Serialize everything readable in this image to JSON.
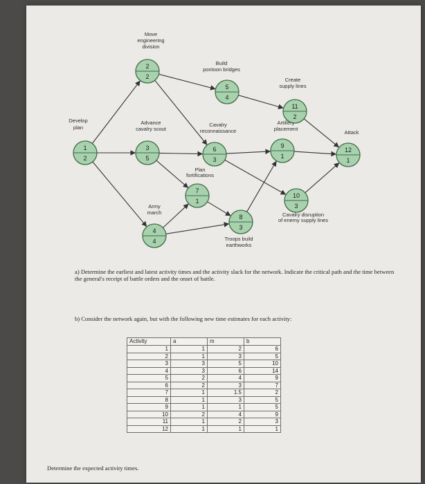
{
  "network": {
    "nodes": [
      {
        "id": 1,
        "label": "Develop plan",
        "time": "2"
      },
      {
        "id": 2,
        "label": "Move engineering division",
        "time": "2"
      },
      {
        "id": 3,
        "label": "Advance cavalry scout",
        "time": "5"
      },
      {
        "id": 4,
        "label": "Army march",
        "time": "4"
      },
      {
        "id": 5,
        "label": "Build pontoon bridges",
        "time": "4"
      },
      {
        "id": 6,
        "label": "Cavalry reconnaissance",
        "time": "3"
      },
      {
        "id": 7,
        "label": "Plan fortifications",
        "time": "1"
      },
      {
        "id": 8,
        "label": "Troops build earthworks",
        "time": "3"
      },
      {
        "id": 9,
        "label": "Artillery placement",
        "time": "1"
      },
      {
        "id": 10,
        "label": "Cavalry disruption of enemy supply lines",
        "time": "3"
      },
      {
        "id": 11,
        "label": "Create supply lines",
        "time": "2"
      },
      {
        "id": 12,
        "label": "Attack",
        "time": "1"
      }
    ],
    "edges": [
      [
        1,
        2
      ],
      [
        1,
        3
      ],
      [
        1,
        4
      ],
      [
        2,
        5
      ],
      [
        2,
        6
      ],
      [
        3,
        6
      ],
      [
        3,
        7
      ],
      [
        4,
        7
      ],
      [
        4,
        8
      ],
      [
        5,
        11
      ],
      [
        6,
        9
      ],
      [
        7,
        8
      ],
      [
        8,
        9
      ],
      [
        6,
        10
      ],
      [
        9,
        12
      ],
      [
        10,
        12
      ],
      [
        11,
        12
      ]
    ]
  },
  "questions": {
    "a": "a) Determine the earliest and latest activity times and the activity slack for the network. Indicate the critical path and the time between the general's receipt of battle orders and the onset of battle.",
    "b": "b) Consider the network again, but with the following new time estimates for each activity:",
    "c": "Determine the expected activity times."
  },
  "table": {
    "headers": [
      "Activity",
      "a",
      "m",
      "b"
    ],
    "rows": [
      [
        "1",
        "1",
        "2",
        "6"
      ],
      [
        "2",
        "1",
        "3",
        "5"
      ],
      [
        "3",
        "3",
        "5",
        "10"
      ],
      [
        "4",
        "3",
        "6",
        "14"
      ],
      [
        "5",
        "2",
        "4",
        "9"
      ],
      [
        "6",
        "2",
        "3",
        "7"
      ],
      [
        "7",
        "1",
        "1.5",
        "2"
      ],
      [
        "8",
        "1",
        "3",
        "5"
      ],
      [
        "9",
        "1",
        "1",
        "5"
      ],
      [
        "10",
        "2",
        "4",
        "9"
      ],
      [
        "11",
        "1",
        "2",
        "3"
      ],
      [
        "12",
        "1",
        "1",
        "1"
      ]
    ]
  },
  "colors": {
    "node_fill": "#a8d2ad",
    "node_stroke": "#3f6b47",
    "arrow": "#333333"
  }
}
